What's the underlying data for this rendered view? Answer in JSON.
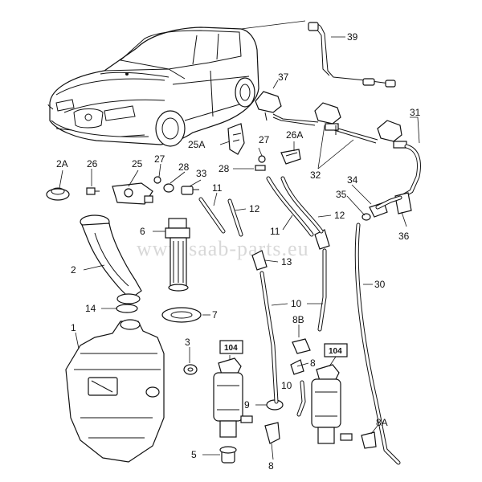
{
  "watermark": "www.saab-parts.eu",
  "callouts": {
    "c1": "1",
    "c2": "2",
    "c2a": "2A",
    "c3": "3",
    "c5": "5",
    "c6": "6",
    "c7": "7",
    "c8a": "8",
    "c8b": "8",
    "c8bb": "8B",
    "c8aa": "8A",
    "c9": "9",
    "c10a": "10",
    "c10b": "10",
    "c11a": "11",
    "c11b": "11",
    "c12a": "12",
    "c12b": "12",
    "c13": "13",
    "c14": "14",
    "c25": "25",
    "c25a": "25A",
    "c26": "26",
    "c26a": "26A",
    "c27a": "27",
    "c27b": "27",
    "c28a": "28",
    "c28b": "28",
    "c30": "30",
    "c31": "31",
    "c32": "32",
    "c33": "33",
    "c34": "34",
    "c35": "35",
    "c36": "36",
    "c37": "37",
    "c39": "39"
  },
  "boxes": {
    "b104a": "104",
    "b104b": "104"
  }
}
